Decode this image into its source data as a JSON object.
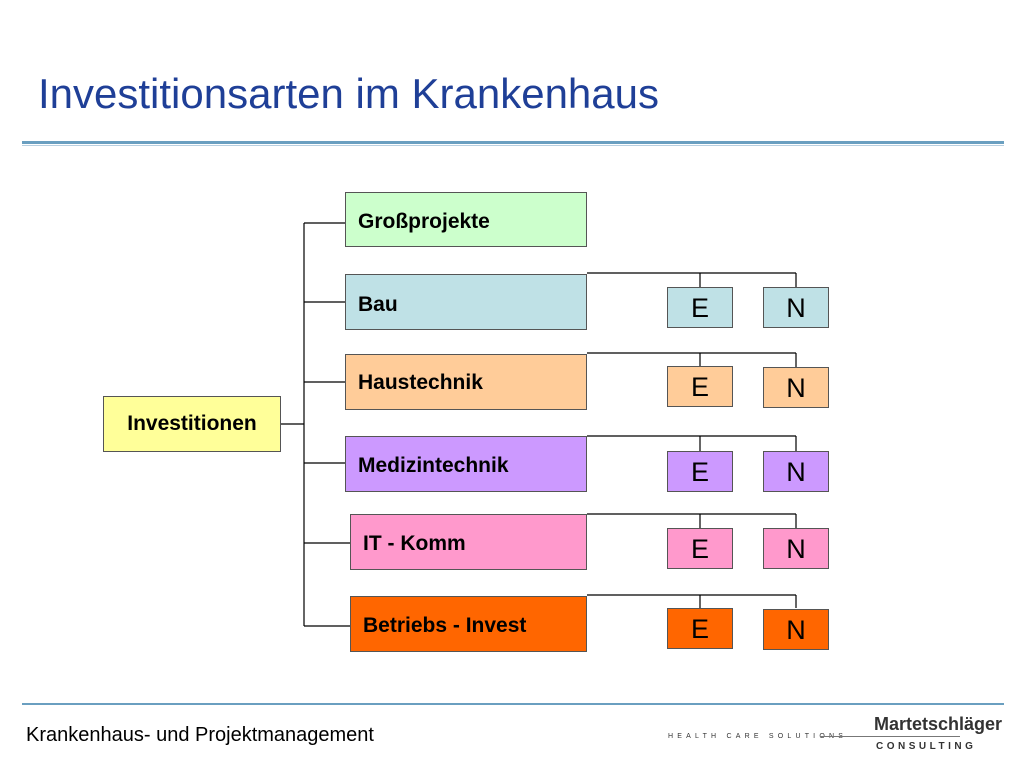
{
  "slide": {
    "title": "Investitionsarten im Krankenhaus",
    "footer": "Krankenhaus- und Projektmanagement"
  },
  "logo": {
    "tagline": "HEALTH CARE SOLUTIONS",
    "name": "Martetschläger",
    "subname": "CONSULTING"
  },
  "diagram": {
    "root": {
      "label": "Investitionen",
      "color": "#ffff99"
    },
    "categories": [
      {
        "label": "Großprojekte",
        "color": "#ccffcc",
        "e": null,
        "n": null
      },
      {
        "label": "Bau",
        "color": "#bfe1e6",
        "e": "E",
        "n": "N"
      },
      {
        "label": "Haustechnik",
        "color": "#ffcc99",
        "e": "E",
        "n": "N"
      },
      {
        "label": "Medizintechnik",
        "color": "#cc99ff",
        "e": "E",
        "n": "N"
      },
      {
        "label": "IT - Komm",
        "color": "#ff99cc",
        "e": "E",
        "n": "N"
      },
      {
        "label": "Betriebs - Invest",
        "color": "#ff6600",
        "e": "E",
        "n": "N"
      }
    ]
  }
}
